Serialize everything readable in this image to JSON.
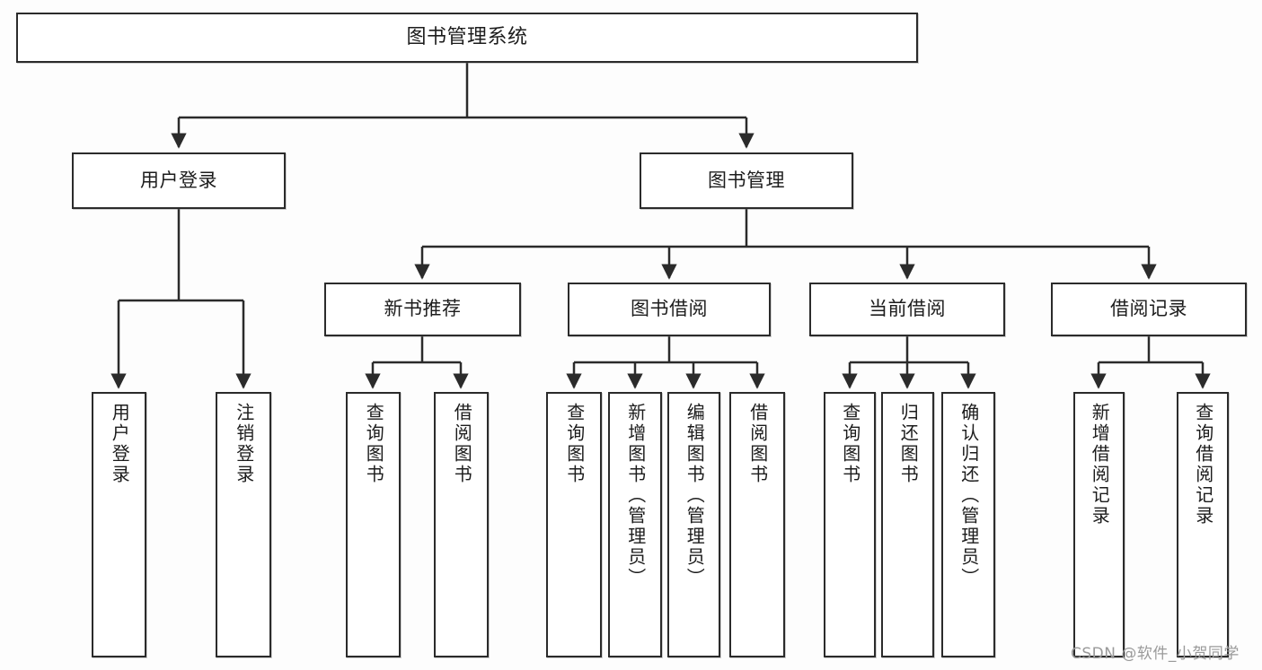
{
  "diagram": {
    "title": "图书管理系统",
    "type": "tree-hierarchy-chart",
    "watermark": "CSDN @软件_小贺同学",
    "line_color": "#2b2b2b",
    "box_fill": "#ffffff",
    "background": "#fdfdfd",
    "levels": {
      "root": "图书管理系统",
      "level1": [
        "用户登录",
        "图书管理"
      ],
      "level2": [
        "新书推荐",
        "图书借阅",
        "当前借阅",
        "借阅记录"
      ]
    },
    "nodes": {
      "root": {
        "label": "图书管理系统"
      },
      "user_login": {
        "label": "用户登录"
      },
      "book_manage": {
        "label": "图书管理"
      },
      "new_book_rec": {
        "label": "新书推荐"
      },
      "book_borrow": {
        "label": "图书借阅"
      },
      "current_borrow": {
        "label": "当前借阅"
      },
      "borrow_record": {
        "label": "借阅记录"
      },
      "leaf_user_login": {
        "label": "用户登录"
      },
      "leaf_logout": {
        "label": "注销登录"
      },
      "leaf_query_book_1": {
        "label": "查询图书"
      },
      "leaf_borrow_book_1": {
        "label": "借阅图书"
      },
      "leaf_query_book_2": {
        "label": "查询图书"
      },
      "leaf_add_book_admin": {
        "label": "新增图书（管理员）"
      },
      "leaf_edit_book_admin": {
        "label": "编辑图书（管理员）"
      },
      "leaf_borrow_book_2": {
        "label": "借阅图书"
      },
      "leaf_query_book_3": {
        "label": "查询图书"
      },
      "leaf_return_book": {
        "label": "归还图书"
      },
      "leaf_confirm_return_admin": {
        "label": "确认归还（管理员）"
      },
      "leaf_add_record": {
        "label": "新增借阅记录"
      },
      "leaf_query_record": {
        "label": "查询借阅记录"
      }
    },
    "edges": [
      {
        "from": "图书管理系统",
        "to": "用户登录"
      },
      {
        "from": "图书管理系统",
        "to": "图书管理"
      },
      {
        "from": "用户登录",
        "to": "用户登录"
      },
      {
        "from": "用户登录",
        "to": "注销登录"
      },
      {
        "from": "图书管理",
        "to": "新书推荐"
      },
      {
        "from": "图书管理",
        "to": "图书借阅"
      },
      {
        "from": "图书管理",
        "to": "当前借阅"
      },
      {
        "from": "图书管理",
        "to": "借阅记录"
      },
      {
        "from": "新书推荐",
        "to": "查询图书"
      },
      {
        "from": "新书推荐",
        "to": "借阅图书"
      },
      {
        "from": "图书借阅",
        "to": "查询图书"
      },
      {
        "from": "图书借阅",
        "to": "新增图书（管理员）"
      },
      {
        "from": "图书借阅",
        "to": "编辑图书（管理员）"
      },
      {
        "from": "图书借阅",
        "to": "借阅图书"
      },
      {
        "from": "当前借阅",
        "to": "查询图书"
      },
      {
        "from": "当前借阅",
        "to": "归还图书"
      },
      {
        "from": "当前借阅",
        "to": "确认归还（管理员）"
      },
      {
        "from": "借阅记录",
        "to": "新增借阅记录"
      },
      {
        "from": "借阅记录",
        "to": "查询借阅记录"
      }
    ]
  }
}
